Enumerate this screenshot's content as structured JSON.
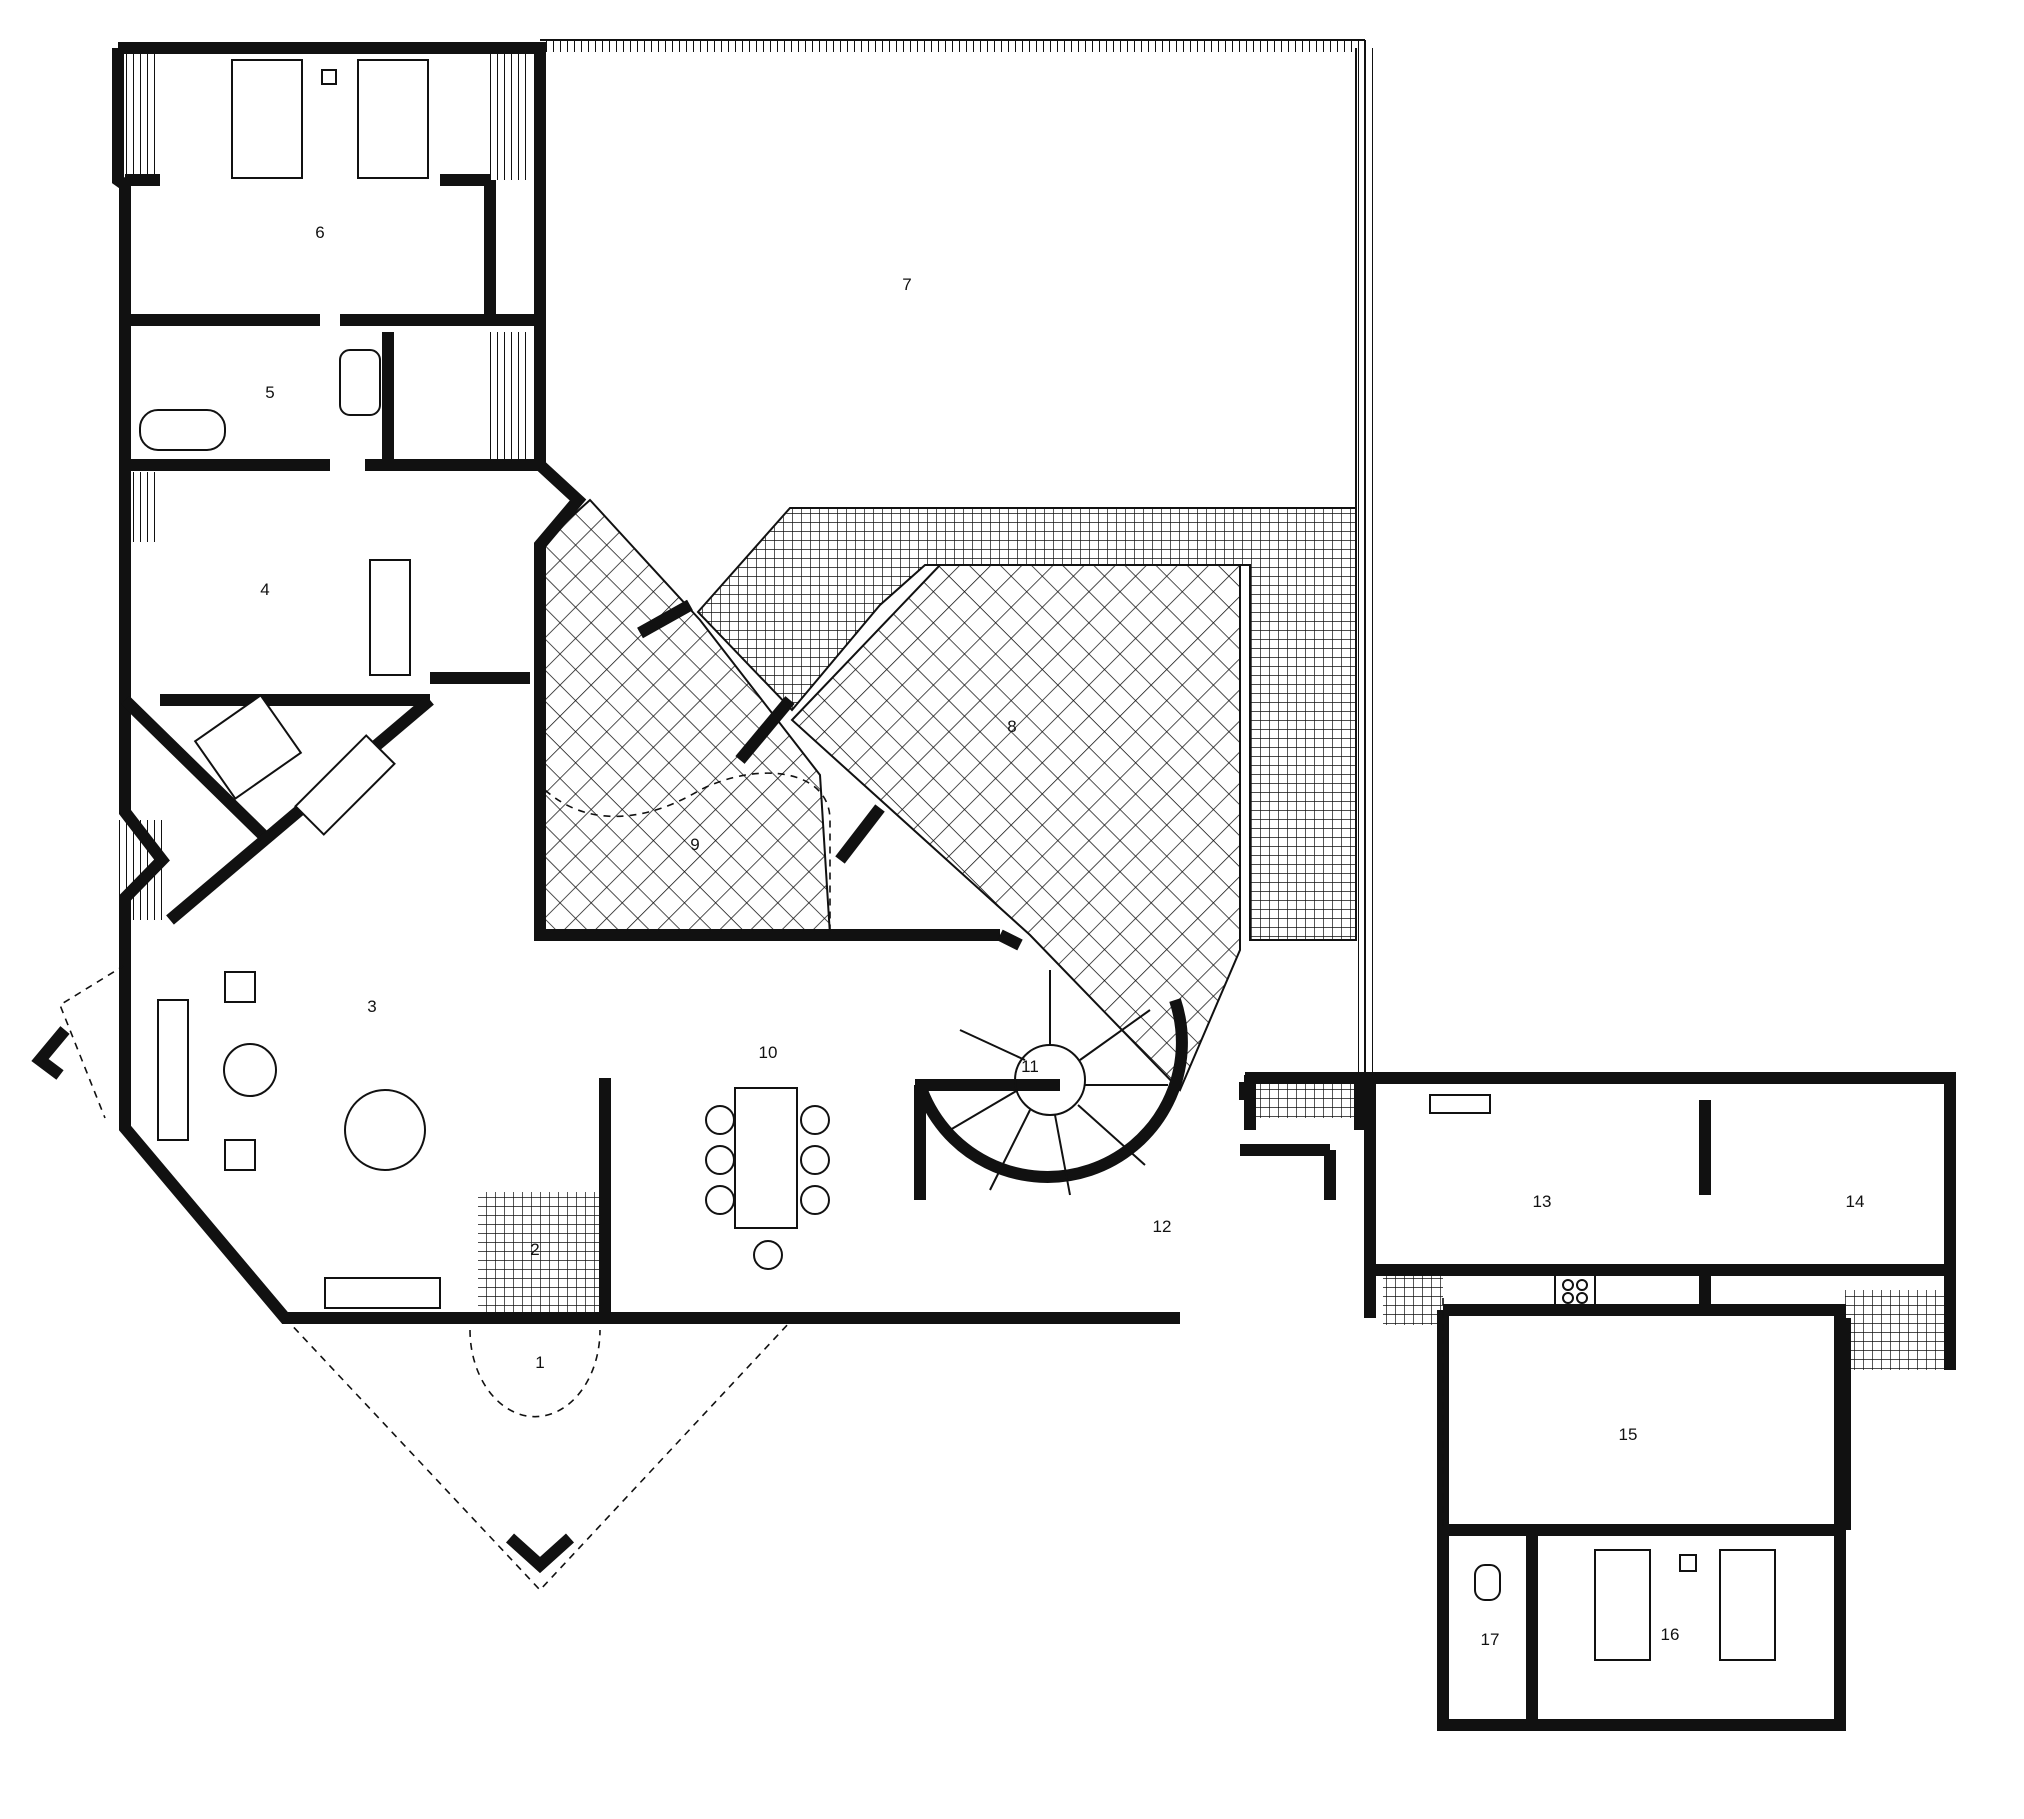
{
  "colors": {
    "ink": "#111111",
    "paper": "#ffffff"
  },
  "rooms": [
    {
      "id": "1",
      "label": "1"
    },
    {
      "id": "2",
      "label": "2"
    },
    {
      "id": "3",
      "label": "3"
    },
    {
      "id": "4",
      "label": "4"
    },
    {
      "id": "5",
      "label": "5"
    },
    {
      "id": "6",
      "label": "6"
    },
    {
      "id": "7",
      "label": "7"
    },
    {
      "id": "8",
      "label": "8"
    },
    {
      "id": "9",
      "label": "9"
    },
    {
      "id": "10",
      "label": "10"
    },
    {
      "id": "11",
      "label": "11"
    },
    {
      "id": "12",
      "label": "12"
    },
    {
      "id": "13",
      "label": "13"
    },
    {
      "id": "14",
      "label": "14"
    },
    {
      "id": "15",
      "label": "15"
    },
    {
      "id": "16",
      "label": "16"
    },
    {
      "id": "17",
      "label": "17"
    }
  ]
}
